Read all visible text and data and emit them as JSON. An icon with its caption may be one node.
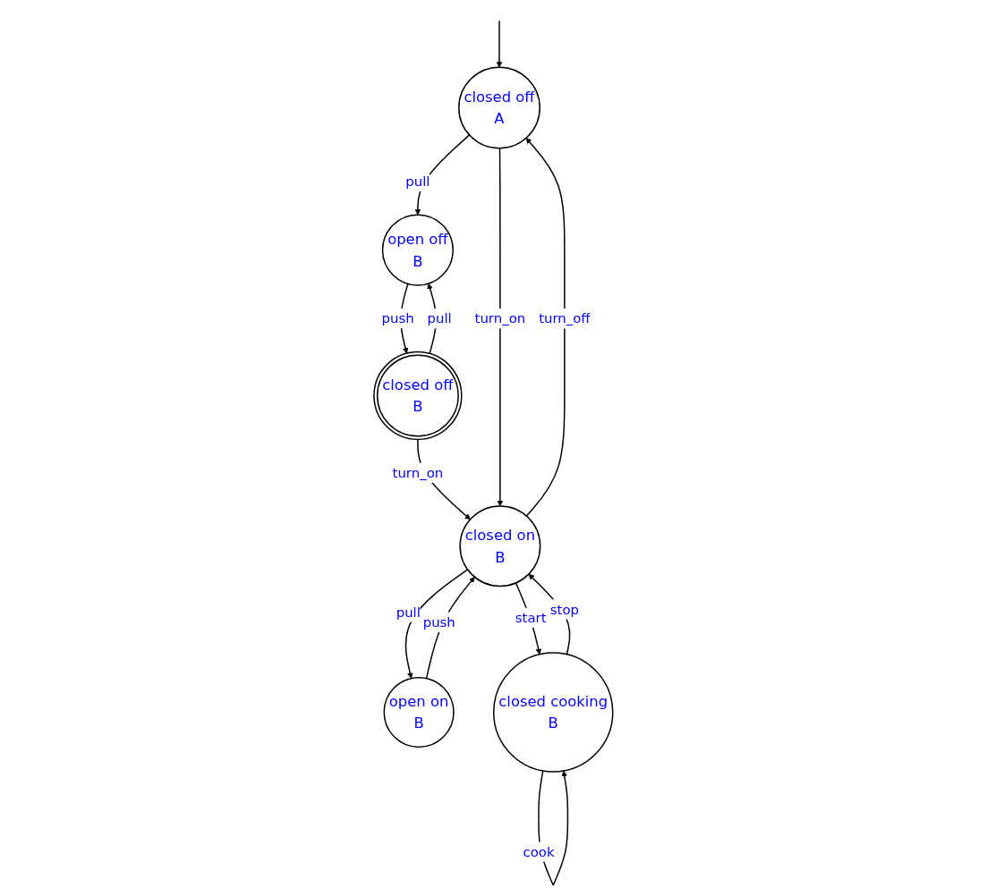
{
  "diagram": {
    "nodes": [
      {
        "text": [
          "closed off",
          "A"
        ]
      },
      {
        "text": [
          "open off",
          "B"
        ]
      },
      {
        "text": [
          "closed off",
          "B"
        ]
      },
      {
        "text": [
          "closed on",
          "B"
        ]
      },
      {
        "text": [
          "open on",
          "B"
        ]
      },
      {
        "text": [
          "closed cooking",
          "B"
        ]
      }
    ],
    "edges": [
      {
        "from": null,
        "to": 0,
        "arrow": "to"
      },
      {
        "from": 0,
        "to": 1,
        "label": "pull",
        "arrow": "to"
      },
      {
        "from": 1,
        "to": 2,
        "label": "push",
        "arrow": "to"
      },
      {
        "from": 2,
        "to": 1,
        "label": "pull",
        "arrow": "to"
      },
      {
        "from": 2,
        "to": 3,
        "label": "turn_on",
        "arrow": "to"
      },
      {
        "from": 0,
        "to": 3,
        "label": "turn_on",
        "arrow": "to"
      },
      {
        "from": 3,
        "to": 0,
        "label": "turn_off",
        "arrow": "to"
      },
      {
        "from": 3,
        "to": 4,
        "label": "pull",
        "arrow": "to"
      },
      {
        "from": 4,
        "to": 3,
        "label": "push",
        "arrow": "to"
      },
      {
        "from": 3,
        "to": 5,
        "label": "start",
        "arrow": "to"
      },
      {
        "from": 5,
        "to": 3,
        "label": "stop",
        "arrow": "to"
      },
      {
        "from": 5,
        "to": 5,
        "label": "cook",
        "arrow": "to"
      }
    ]
  }
}
